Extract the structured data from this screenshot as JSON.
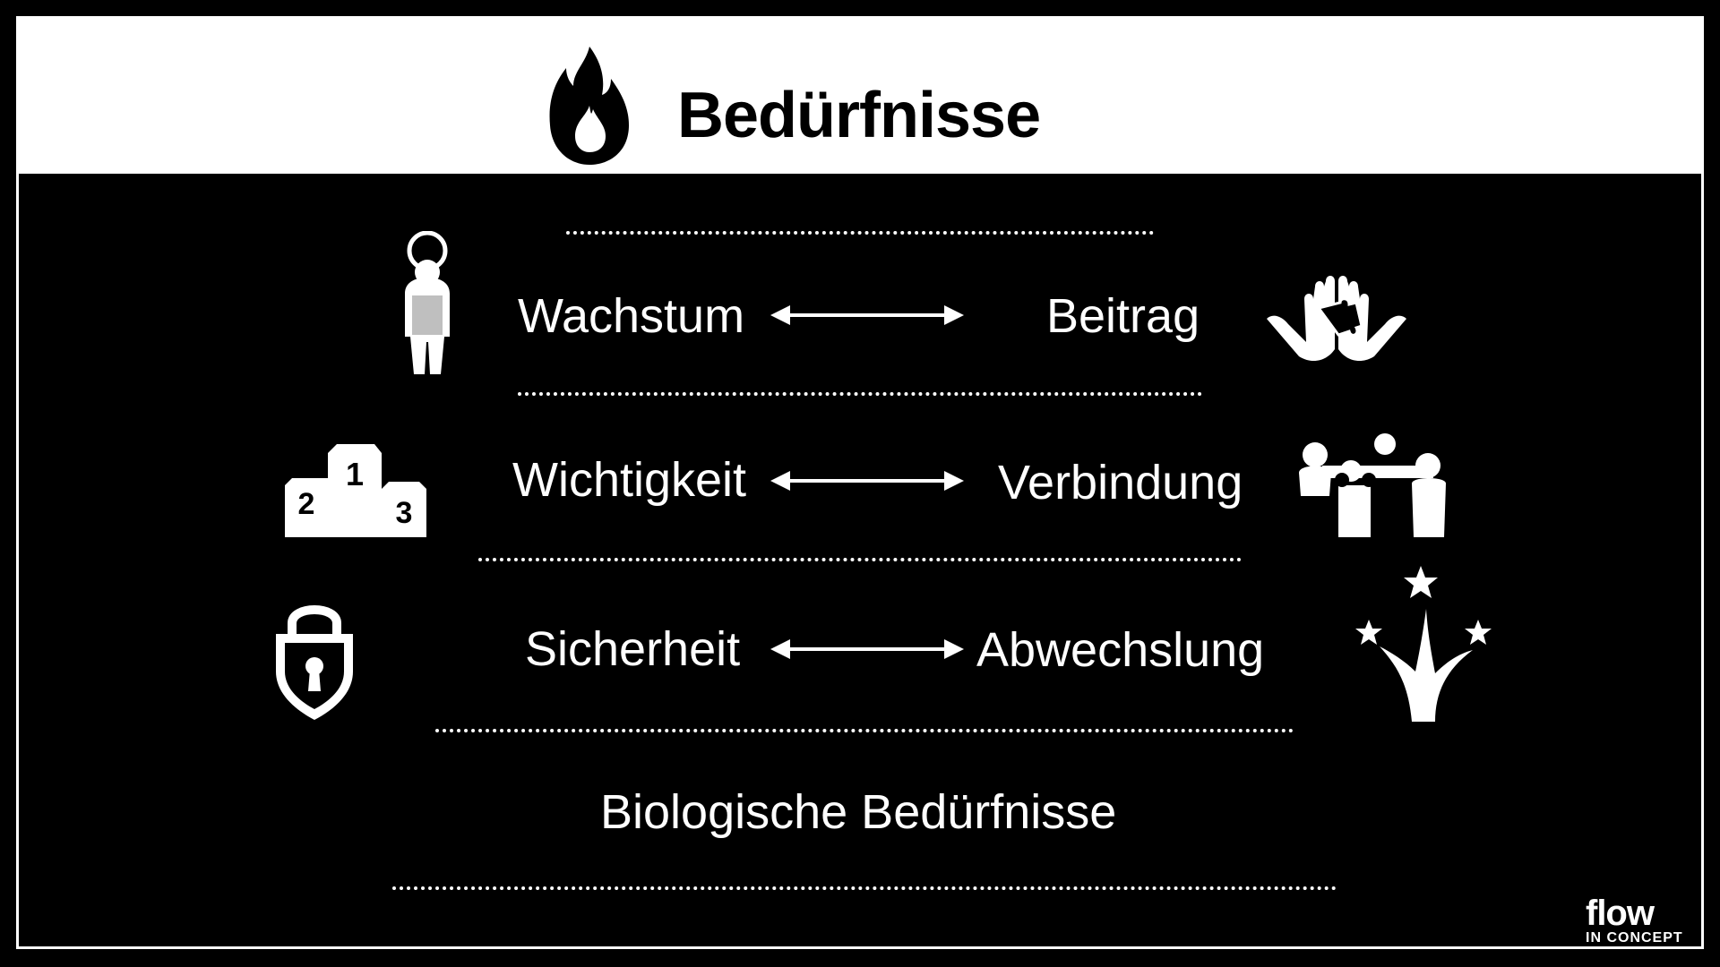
{
  "header": {
    "title": "Bedürfnisse",
    "icon": "flame-icon"
  },
  "rows": [
    {
      "left_label": "Wachstum",
      "right_label": "Beitrag",
      "left_icon": "person-growth-icon",
      "right_icon": "hands-puzzle-icon"
    },
    {
      "left_label": "Wichtigkeit",
      "right_label": "Verbindung",
      "left_icon": "podium-icon",
      "right_icon": "people-group-icon"
    },
    {
      "left_label": "Sicherheit",
      "right_label": "Abwechslung",
      "left_icon": "padlock-shield-icon",
      "right_icon": "stars-sprout-icon"
    }
  ],
  "base_label": "Biologische Bedürfnisse",
  "logo": {
    "word": "flow",
    "sub": "IN CONCEPT"
  },
  "colors": {
    "background": "#000000",
    "header": "#ffffff",
    "text": "#ffffff"
  }
}
